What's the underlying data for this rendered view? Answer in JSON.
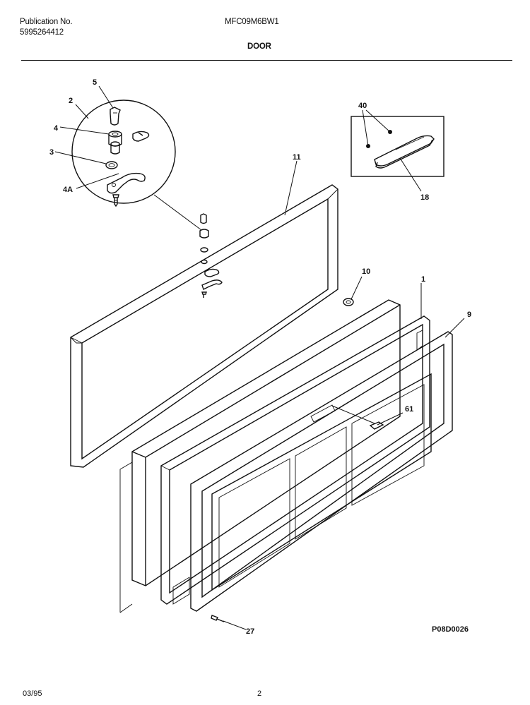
{
  "header": {
    "publication_label": "Publication No.",
    "publication_number": "5995264412",
    "model": "MFC09M6BW1",
    "section_title": "DOOR"
  },
  "callouts": {
    "c5": "5",
    "c2": "2",
    "c4": "4",
    "c3": "3",
    "c4a": "4A",
    "c11": "11",
    "c40": "40",
    "c18": "18",
    "c10": "10",
    "c1": "1",
    "c9": "9",
    "c61": "61",
    "c27": "27"
  },
  "drawing_code": "P08D0026",
  "footer": {
    "date": "03/95",
    "page": "2"
  }
}
